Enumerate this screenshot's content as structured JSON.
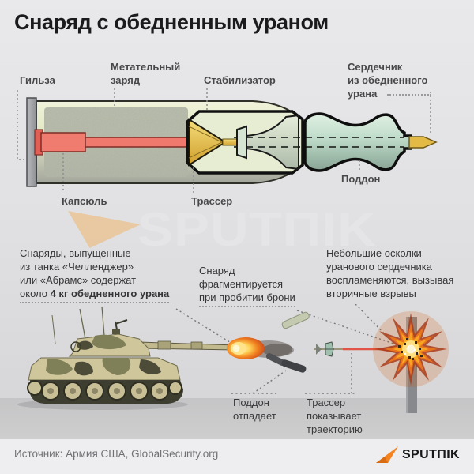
{
  "title": "Снаряд с обедненным ураном",
  "watermark": "SPUTΠIK",
  "colors": {
    "accent_orange": "#f5831f",
    "casing_green": "#e4eacb",
    "sabot_teal": "#bfdccb",
    "primer_red": "#f0796d",
    "tracer_yellow": "#e8c23a"
  },
  "shell": {
    "label_case": "Гильза",
    "label_charge_1": "Метательный",
    "label_charge_2": "заряд",
    "label_stabilizer": "Стабилизатор",
    "label_core_1": "Сердечник",
    "label_core_2": "из обедненного",
    "label_core_3": "урана",
    "label_primer": "Капсюль",
    "label_tracer": "Трассер",
    "label_sabot": "Поддон"
  },
  "scene": {
    "note_fired": {
      "line1": "Снаряды, выпущенные",
      "line2": "из танка «Челленджер»",
      "line3": "или «Абрамс» содержат",
      "line4_normal": "около ",
      "line4_bold": "4 кг обедненного урана"
    },
    "note_fragment": {
      "line1": "Снаряд",
      "line2": "фрагментируется",
      "line3": "при пробитии брони"
    },
    "note_shards": {
      "line1": "Небольшие осколки",
      "line2": "уранового сердечника",
      "line3": "воспламеняются, вызывая",
      "line4": "вторичные взрывы"
    },
    "label_sabot_falls_1": "Поддон",
    "label_sabot_falls_2": "отпадает",
    "label_tracer_1": "Трассер",
    "label_tracer_2": "показывает",
    "label_tracer_3": "траекторию"
  },
  "footer": {
    "source": "Источник: Армия США, GlobalSecurity.org",
    "logo_text": "SPUTΠIK"
  }
}
